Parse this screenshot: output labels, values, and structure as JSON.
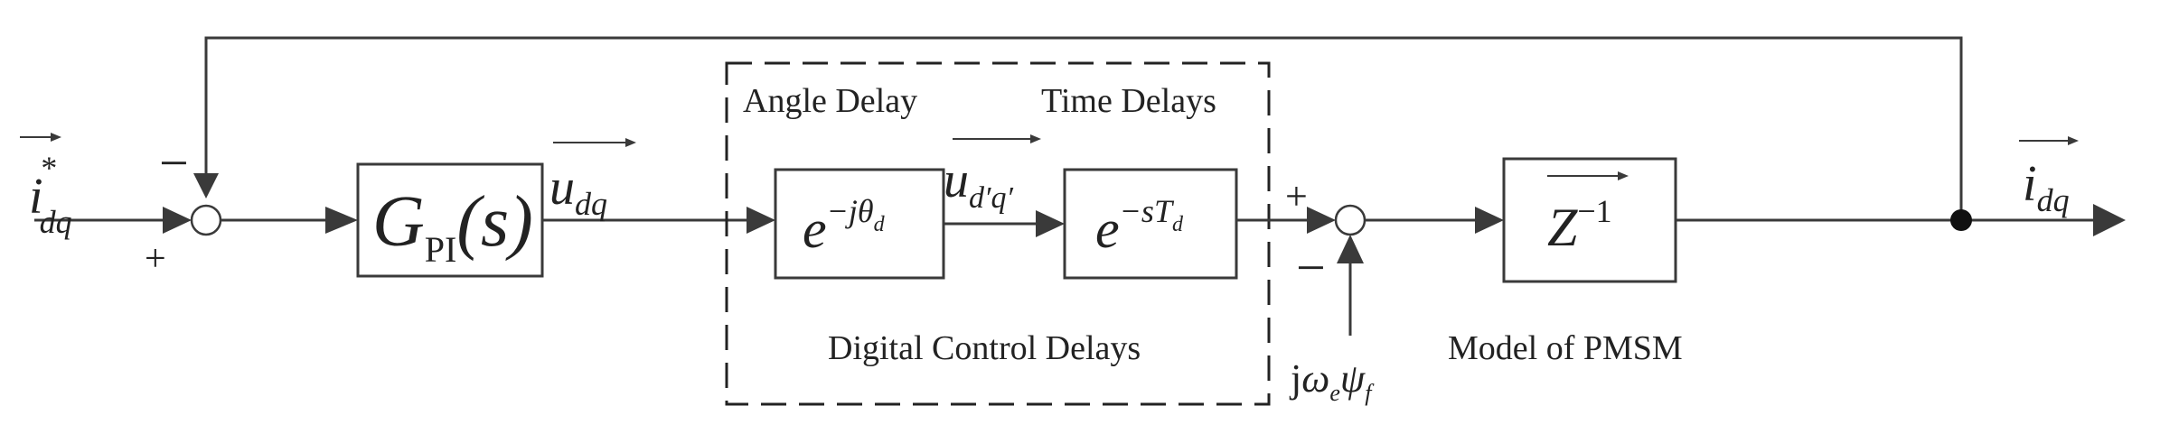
{
  "diagram": {
    "input": {
      "base": "i",
      "superscript": "*",
      "subscript": "dq"
    },
    "output": {
      "base": "i",
      "subscript": "dq"
    },
    "pi_block": {
      "base": "G",
      "subscript": "PI",
      "arg": "(s)"
    },
    "u_dq": {
      "base": "u",
      "subscript": "dq"
    },
    "u_dq_prime": {
      "base": "u",
      "subscript": "d′q′"
    },
    "angle_delay_block": {
      "base": "e",
      "exponent": "−jθ",
      "exponent_sub": "d"
    },
    "time_delay_block": {
      "base": "e",
      "exponent": "−sT",
      "exponent_sub": "d"
    },
    "angle_delay_label": "Angle Delay",
    "time_delays_label": "Time Delays",
    "digital_delays_label": "Digital Control Delays",
    "pmsm_block": {
      "base": "Z",
      "exponent": "−1"
    },
    "pmsm_label": "Model of PMSM",
    "disturbance": {
      "j": "j",
      "omega": "ω",
      "omega_sub": "e",
      "psi": "ψ",
      "psi_sub": "f"
    },
    "signs": {
      "sum1_top": "−",
      "sum1_bottom": "+",
      "sum2_top": "+",
      "sum2_bottom": "−"
    }
  },
  "colors": {
    "line": "#3a3a3a",
    "text": "#222222",
    "background": "#ffffff"
  }
}
